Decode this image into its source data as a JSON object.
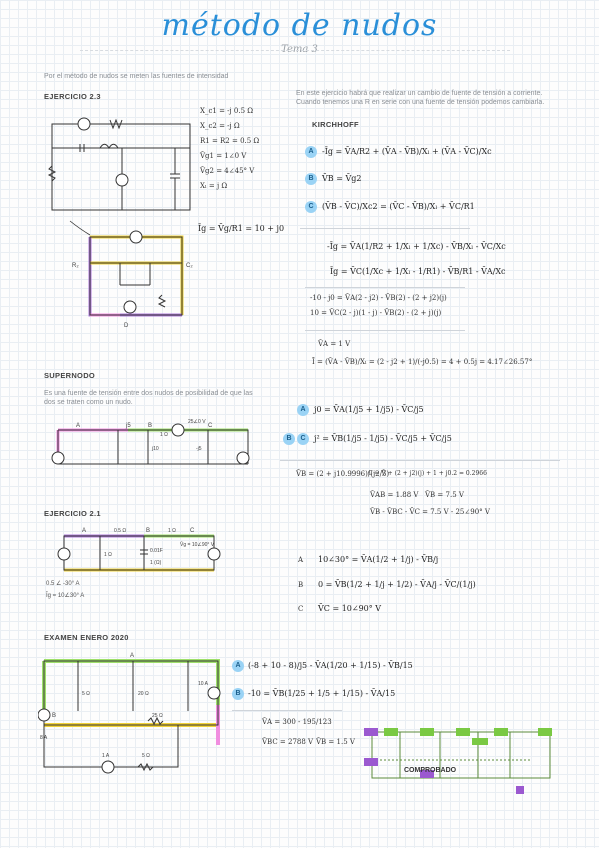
{
  "header": {
    "title": "método de nudos",
    "subtitle": "Tema 3"
  },
  "intro": "Por el método de nudos se meten las fuentes de intensidad",
  "ex23": {
    "heading": "EJERCICIO 2.3",
    "note_line1": "En este ejercicio habrá que realizar un cambio de fuente de tensión a corriente.",
    "note_line2": "Cuando tenemos una R en serie con una fuente de tensión podemos cambiarla.",
    "kirchhoff": "KIRCHHOFF",
    "data": [
      "X_c1 = -j 0.5 Ω",
      "X_c2 = -j Ω",
      "R1 = R2 = 0.5 Ω",
      "V̄g1 = 1∠0 V",
      "V̄g2 = 4∠45° V",
      "Xₗ = j Ω"
    ],
    "transform": "Īg = V̄g/R1 = 10 + j0",
    "eq_labels": [
      "A",
      "B",
      "C"
    ],
    "eqs": [
      "-Īg = V̄A/R2 + (V̄A - V̄B)/Xₗ + (V̄A - V̄C)/Xc",
      "V̄B = V̄g2",
      "(V̄B - V̄C)/Xc2 = (V̄C - V̄B)/Xₗ + V̄C/R1"
    ],
    "sys1": "-Īg = V̄A(1/R2 + 1/Xₗ + 1/Xc) - V̄B/Xₗ - V̄C/Xc",
    "sys2": "Īg = V̄C(1/Xc + 1/Xₗ - 1/R1) - V̄B/R1 - V̄A/Xc",
    "num1": "-10 - j0 = V̄A(2 - j2) - V̄B(2) - (2 + j2)(j)",
    "num2": "10 = V̄C(2 - j)(1 - j) - V̄B(2) - (2 + j)(j)",
    "res1": "V̄A = 1 V",
    "res2": "Ī = (V̄A - V̄B)/Xₗ = (2 - j2 + 1)/(-j0.5) = 4 + 0.5j = 4.17∠26.57°"
  },
  "supernodo": {
    "heading": "SUPERNODO",
    "desc_line1": "Es una fuente de tensión entre dos nudos de posibilidad de que las",
    "desc_line2": "dos se traten como un nudo.",
    "eqA": "j0 = V̄A(1/j5 + 1/j5) - V̄C/j5",
    "eqBC": "j² = V̄B(1/j5 - 1/j5) - V̄C/j5 + V̄C/j5",
    "vb": "V̄B = (2 + j10.9996)/(j2/3)",
    "vc": "C = V̄ + (2 + j2)(j) + 1 + j0.2 = 0.2966",
    "vab": "V̄AB = 1.88 V",
    "vb2": "V̄B = 7.5 V",
    "vbc": "V̄B - V̄BC - V̄C = 7.5 V - 25∠90° V",
    "labels": [
      "A",
      "j5",
      "B",
      "1 Ω",
      "C",
      "25∠0 V",
      "j10",
      "-j5"
    ]
  },
  "ex21": {
    "heading": "EJERCICIO 2.1",
    "eq_labels": [
      "A",
      "B",
      "C"
    ],
    "eqA": "10∠30° = V̄A(1/2 + 1/j) - V̄B/j",
    "eqB": "0 = V̄B(1/2 + 1/j + 1/2) - V̄A/j - V̄C/(1/j)",
    "eqC": "V̄C = 10∠90° V",
    "src1": "0.5 ∠ -30° A",
    "src2": "Īg = 10∠30° A",
    "labels": [
      "A",
      "0.5 Ω",
      "B",
      "1 Ω",
      "C",
      "1 Ω",
      "0.01F",
      "1 (Ω)",
      "V̄g = 10∠90° V"
    ]
  },
  "examen": {
    "heading": "EXAMEN ENERO 2020",
    "eq1": "(-8 + 10 - 8)/j5 - V̄A(1/20 + 1/15) - V̄B/15",
    "eq2": "-10 = V̄B(1/25 + 1/5 + 1/15) - V̄A/15",
    "res1": "V̄A = 300 - 195/123",
    "res2": "V̄BC = 2788 V",
    "res3": "V̄B = 1.5 V",
    "labels": [
      "A",
      "B",
      "20 Ω",
      "5 Ω",
      "25 Ω",
      "8 A",
      "10 A",
      "1 A",
      "5 Ω"
    ],
    "comprobado": "COMPROBADO"
  }
}
